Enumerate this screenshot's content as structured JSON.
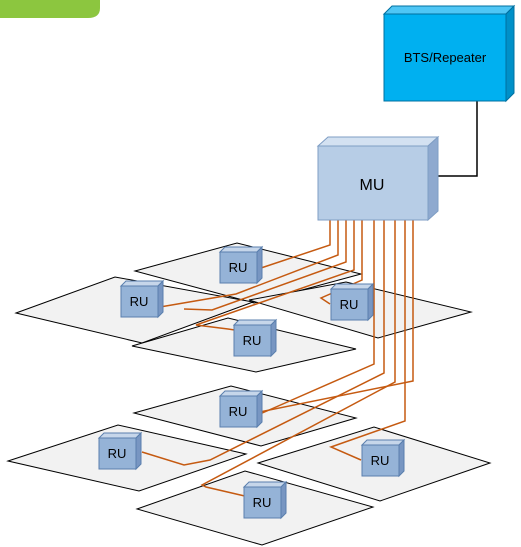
{
  "diagram": {
    "bts_label": "BTS/Repeater",
    "mu_label": "MU",
    "ru_label": "RU",
    "colors": {
      "bts_fill": "#00b0f0",
      "mu_fill": "#b7cde6",
      "ru_fill": "#95b3d7",
      "floor_fill": "#f2f2f2",
      "cable": "#c55a11",
      "link": "#000000",
      "corner_tab": "#8cc63f"
    }
  }
}
